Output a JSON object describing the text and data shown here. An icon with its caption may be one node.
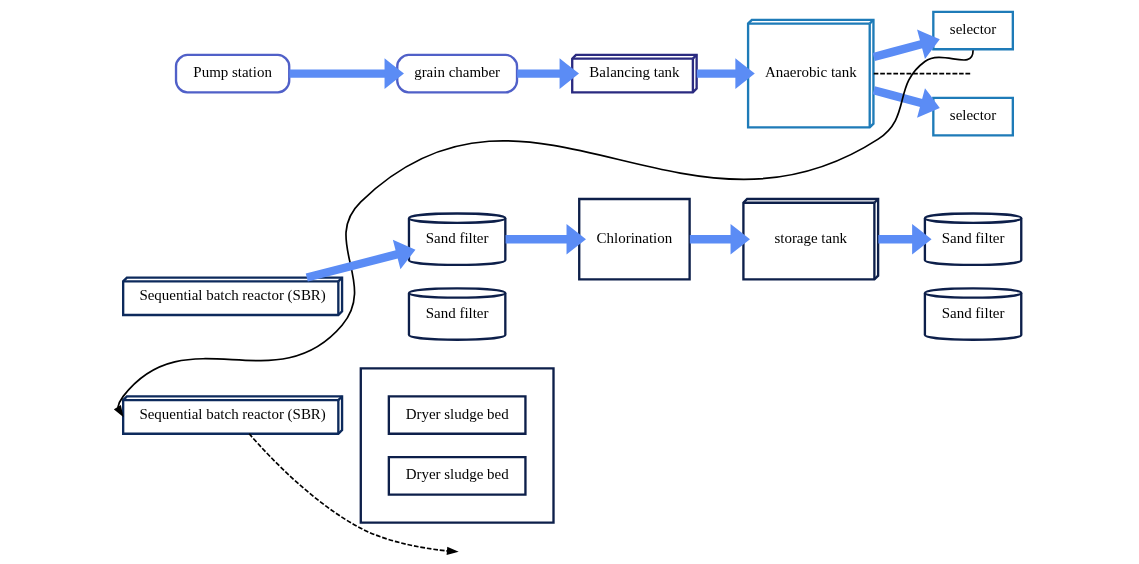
{
  "diagram": {
    "nodes": [
      {
        "text": [
          "Pump station"
        ]
      },
      {
        "text": [
          "grain chamber"
        ]
      },
      {
        "text": [
          "Balancing tank"
        ]
      },
      {
        "text": [
          "Anaerobic tank"
        ]
      },
      {
        "text": [
          "selector"
        ]
      },
      {
        "text": [
          "selector"
        ]
      },
      {
        "text": [
          "Sequential batch reactor (SBR)"
        ]
      },
      {
        "text": [
          "Sequential batch reactor (SBR)"
        ]
      },
      {
        "text": [
          "Sand filter"
        ]
      },
      {
        "text": [
          "Sand filter"
        ]
      },
      {
        "text": [
          "Chlorination"
        ]
      },
      {
        "text": [
          "storage tank"
        ]
      },
      {
        "text": [
          "Sand filter"
        ]
      },
      {
        "text": [
          "Sand filter"
        ]
      },
      {
        "text": [],
        "shape": "box"
      },
      {
        "text": [
          "Dryer sludge bed"
        ],
        "in": 14
      },
      {
        "text": [
          "Dryer sludge bed"
        ],
        "in": 14
      }
    ],
    "edges": [
      {
        "from": 0,
        "to": 1,
        "arrow": "to"
      },
      {
        "from": 1,
        "to": 2,
        "arrow": "to"
      },
      {
        "from": 2,
        "to": 3,
        "arrow": "to"
      },
      {
        "from": 3,
        "to": 4,
        "arrow": "to"
      },
      {
        "from": 3,
        "to": 5,
        "arrow": "to"
      },
      {
        "from": 5,
        "to": 7,
        "arrow": "to",
        "color": "#000000"
      },
      {
        "from": 3,
        "to": null,
        "arrow": "none",
        "style": "dashed",
        "color": "#000000"
      },
      {
        "from": 7,
        "to": null,
        "arrow": "to",
        "style": "dashed",
        "color": "#000000"
      },
      {
        "from": 6,
        "to": 8,
        "arrow": "to"
      },
      {
        "from": 8,
        "to": 10,
        "arrow": "to"
      },
      {
        "from": 10,
        "to": 11,
        "arrow": "to"
      },
      {
        "from": 11,
        "to": 12,
        "arrow": "to"
      }
    ]
  }
}
